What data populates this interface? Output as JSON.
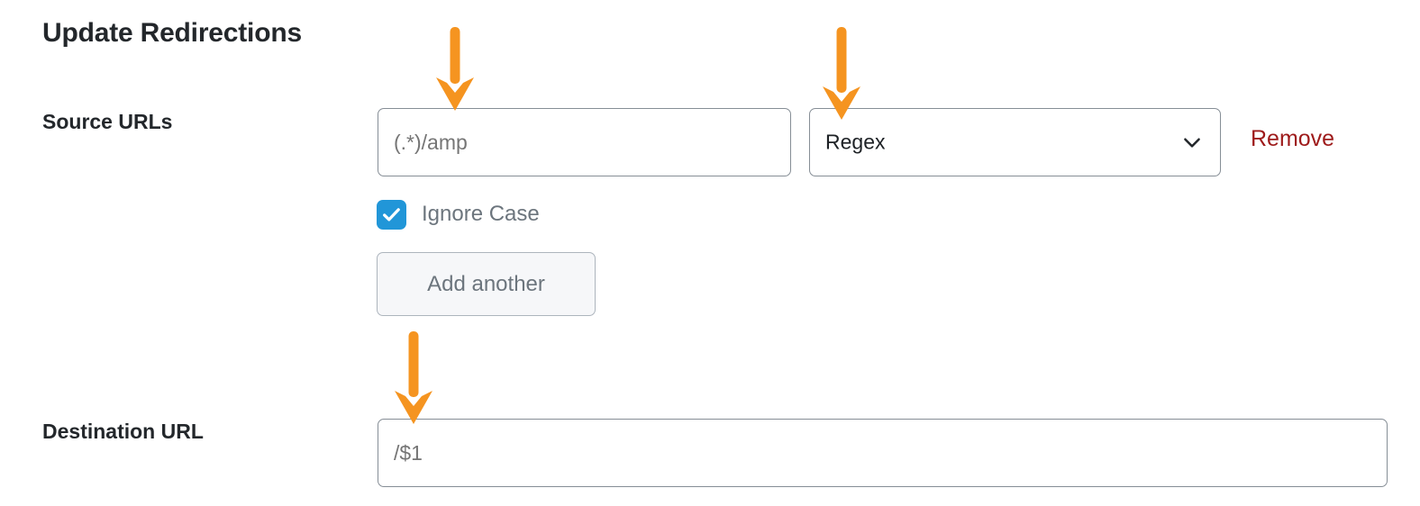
{
  "page": {
    "title": "Update Redirections"
  },
  "form": {
    "source_urls": {
      "label": "Source URLs",
      "url_value": "",
      "url_placeholder": "(.*)/amp",
      "match_type_value": "Regex",
      "match_type_icon": "chevron-down-icon",
      "remove_label": "Remove",
      "ignore_case": {
        "label": "Ignore Case",
        "checked": true,
        "icon": "check-icon"
      },
      "add_another_label": "Add another"
    },
    "destination_url": {
      "label": "Destination URL",
      "value": "",
      "placeholder": "/$1"
    }
  },
  "annotations": {
    "arrow_color": "#f59420",
    "arrows": [
      {
        "name": "arrow-to-source-url-input",
        "points_to": "source-url-input"
      },
      {
        "name": "arrow-to-match-type-select",
        "points_to": "match-type-select"
      },
      {
        "name": "arrow-to-destination-url-input",
        "points_to": "destination-url-input"
      }
    ]
  },
  "colors": {
    "text": "#23272b",
    "muted_text": "#6c757d",
    "border": "#868e96",
    "checkbox_blue": "#2196d8",
    "remove_red": "#9e1b1b",
    "button_bg": "#f6f7f9",
    "accent_orange": "#f59420"
  }
}
